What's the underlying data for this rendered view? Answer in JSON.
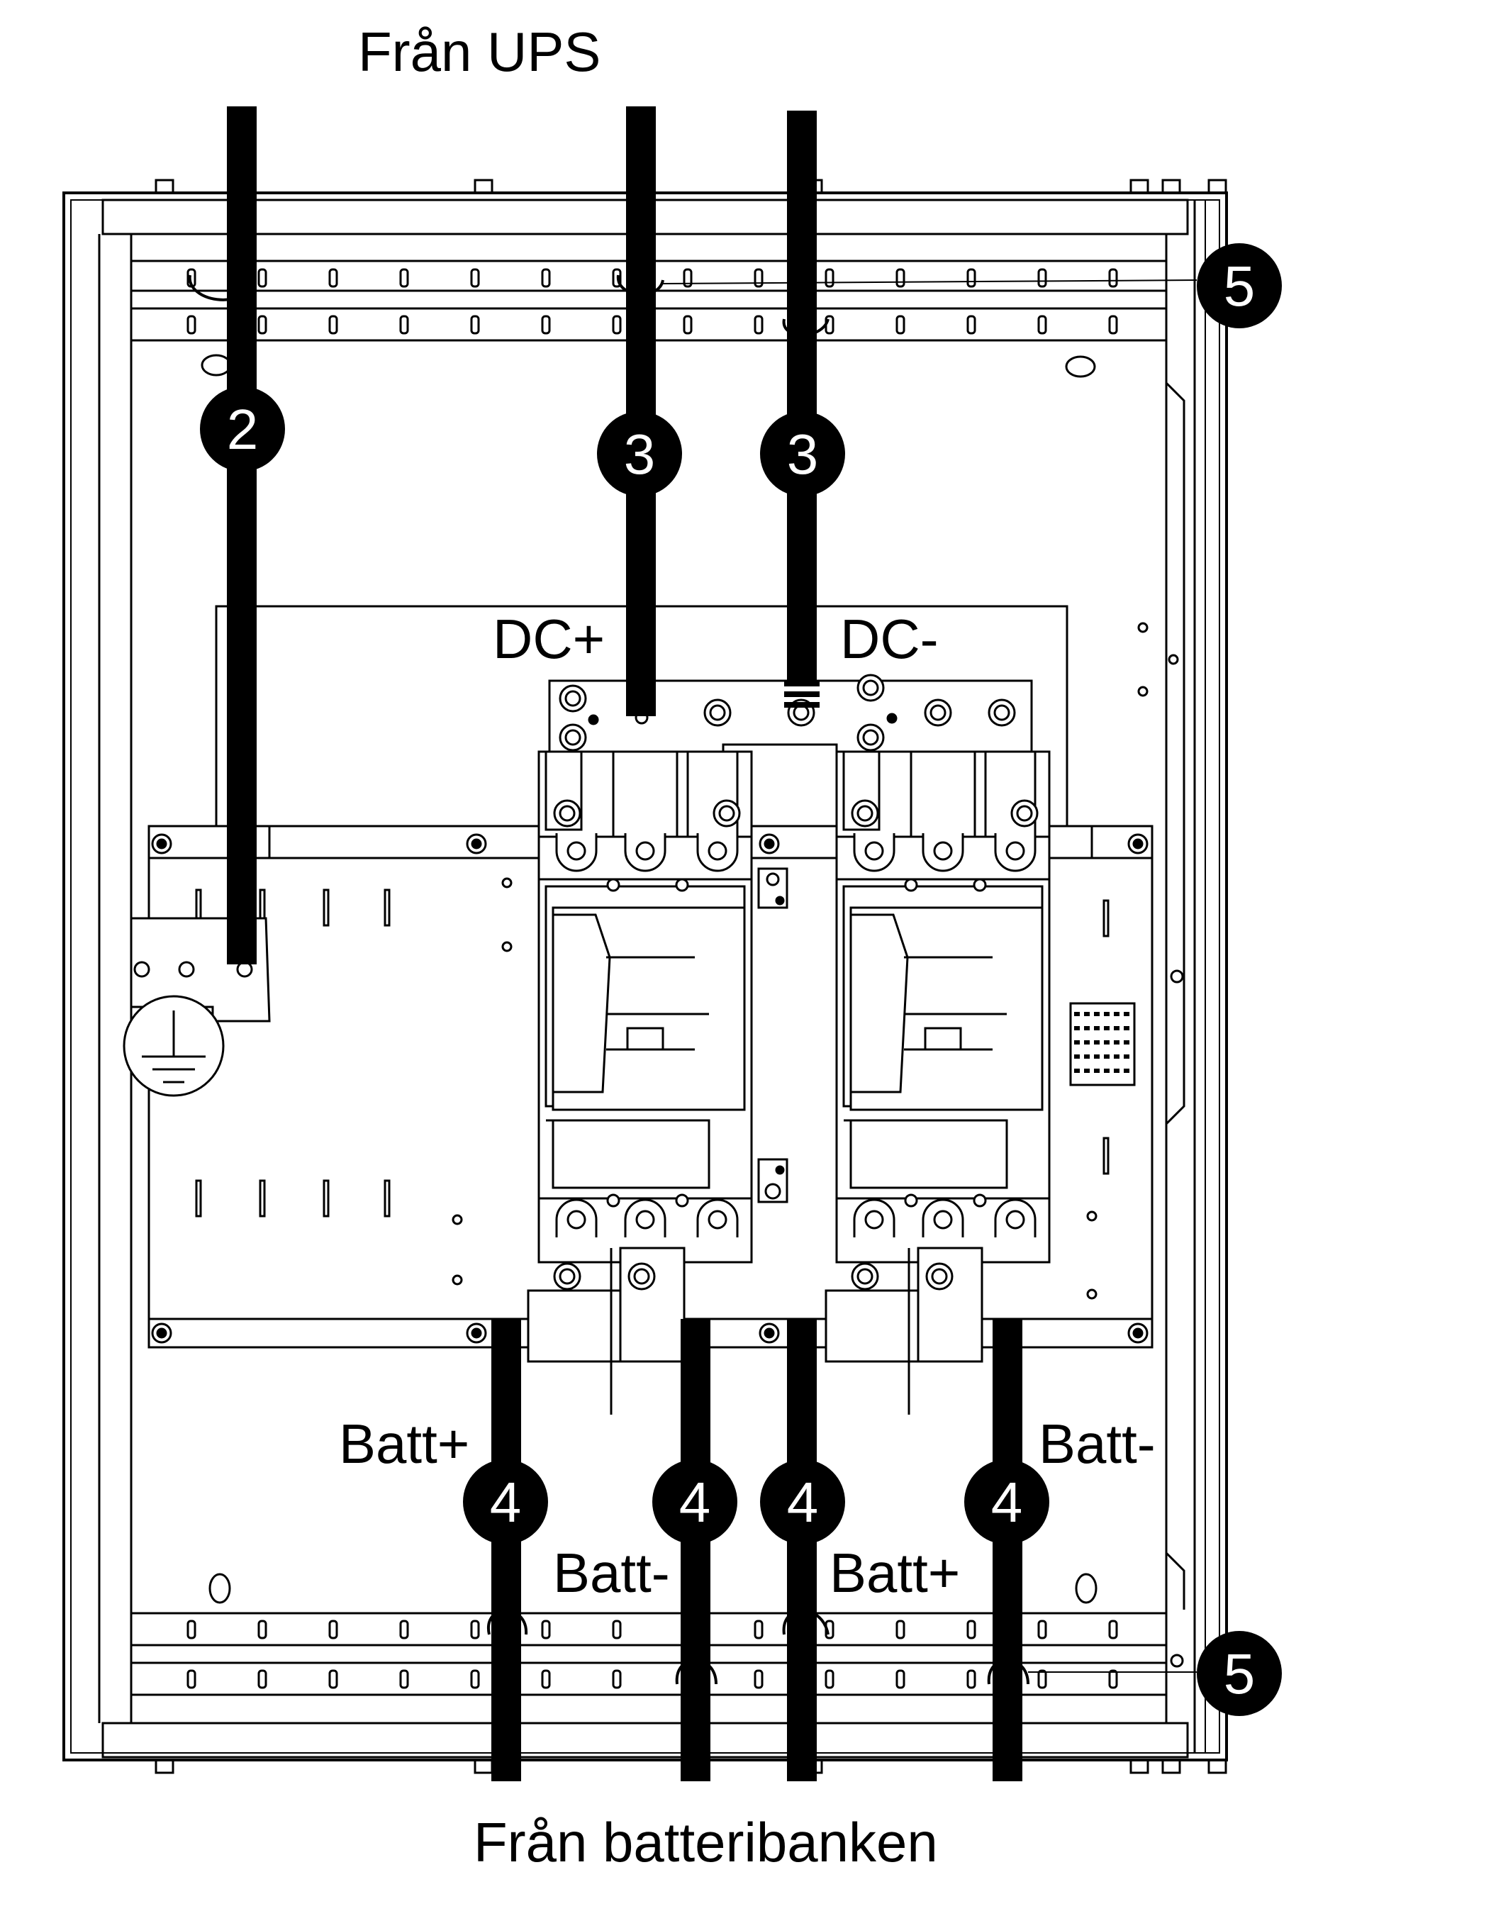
{
  "labels": {
    "top_source": "Från UPS",
    "bottom_source": "Från batteribanken",
    "dc_plus": "DC+",
    "dc_minus": "DC-",
    "batt_plus_left": "Batt+",
    "batt_minus_left": "Batt-",
    "batt_plus_right": "Batt+",
    "batt_minus_right": "Batt-"
  },
  "callouts": {
    "ground_cable": "2",
    "dc_plus_cable": "3",
    "dc_minus_cable": "3",
    "batt_cable_1": "4",
    "batt_cable_2": "4",
    "batt_cable_3": "4",
    "batt_cable_4": "4",
    "cable_tie_top": "5",
    "cable_tie_bottom": "5"
  },
  "colors": {
    "line": "#000000",
    "background": "#ffffff",
    "badge_fill": "#000000",
    "badge_text": "#ffffff"
  }
}
